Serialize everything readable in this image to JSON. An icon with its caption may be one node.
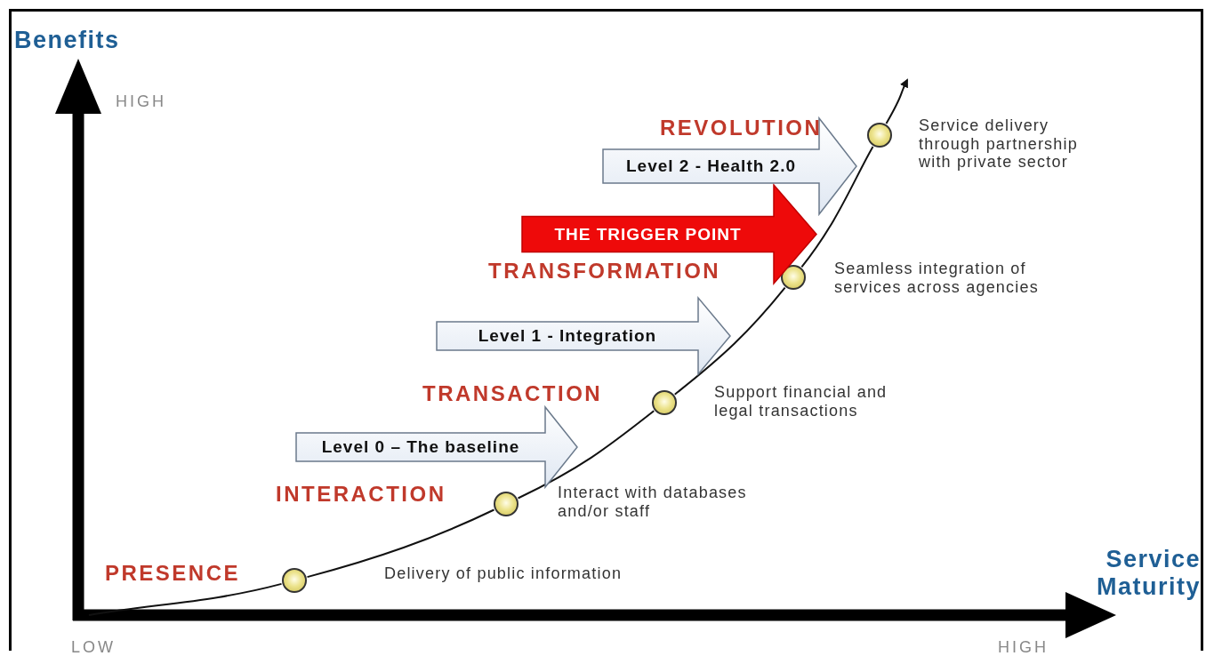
{
  "diagram": {
    "nodes": [
      {
        "text": [],
        "shape": "circle"
      },
      {
        "text": [],
        "shape": "circle"
      },
      {
        "text": [],
        "shape": "circle"
      },
      {
        "text": [],
        "shape": "circle"
      },
      {
        "text": [],
        "shape": "circle"
      },
      {
        "text": [
          "Level 0 – The baseline"
        ]
      },
      {
        "text": [
          "Level 1 - Integration"
        ]
      },
      {
        "text": [
          "THE TRIGGER POINT"
        ]
      },
      {
        "text": [
          "Level 2 - Health 2.0"
        ]
      }
    ],
    "edges": [
      {
        "from": null,
        "to": 0,
        "arrow": "none"
      },
      {
        "from": 0,
        "to": 1,
        "arrow": "none"
      },
      {
        "from": 1,
        "to": 2,
        "arrow": "none"
      },
      {
        "from": 2,
        "to": 3,
        "arrow": "none"
      },
      {
        "from": 3,
        "to": 4,
        "arrow": "none"
      },
      {
        "from": 4,
        "to": null,
        "arrow": "to"
      }
    ],
    "labels": [
      "Benefits",
      "HIGH",
      "REVOLUTION",
      "Service delivery through partnership with private sector",
      "TRANSFORMATION",
      "Seamless integration of services across agencies",
      "TRANSACTION",
      "Support financial and legal transactions",
      "INTERACTION",
      "Interact with databases and/or staff",
      "Service Maturity",
      "PRESENCE",
      "Delivery of public information",
      "LOW",
      "HIGH"
    ]
  }
}
